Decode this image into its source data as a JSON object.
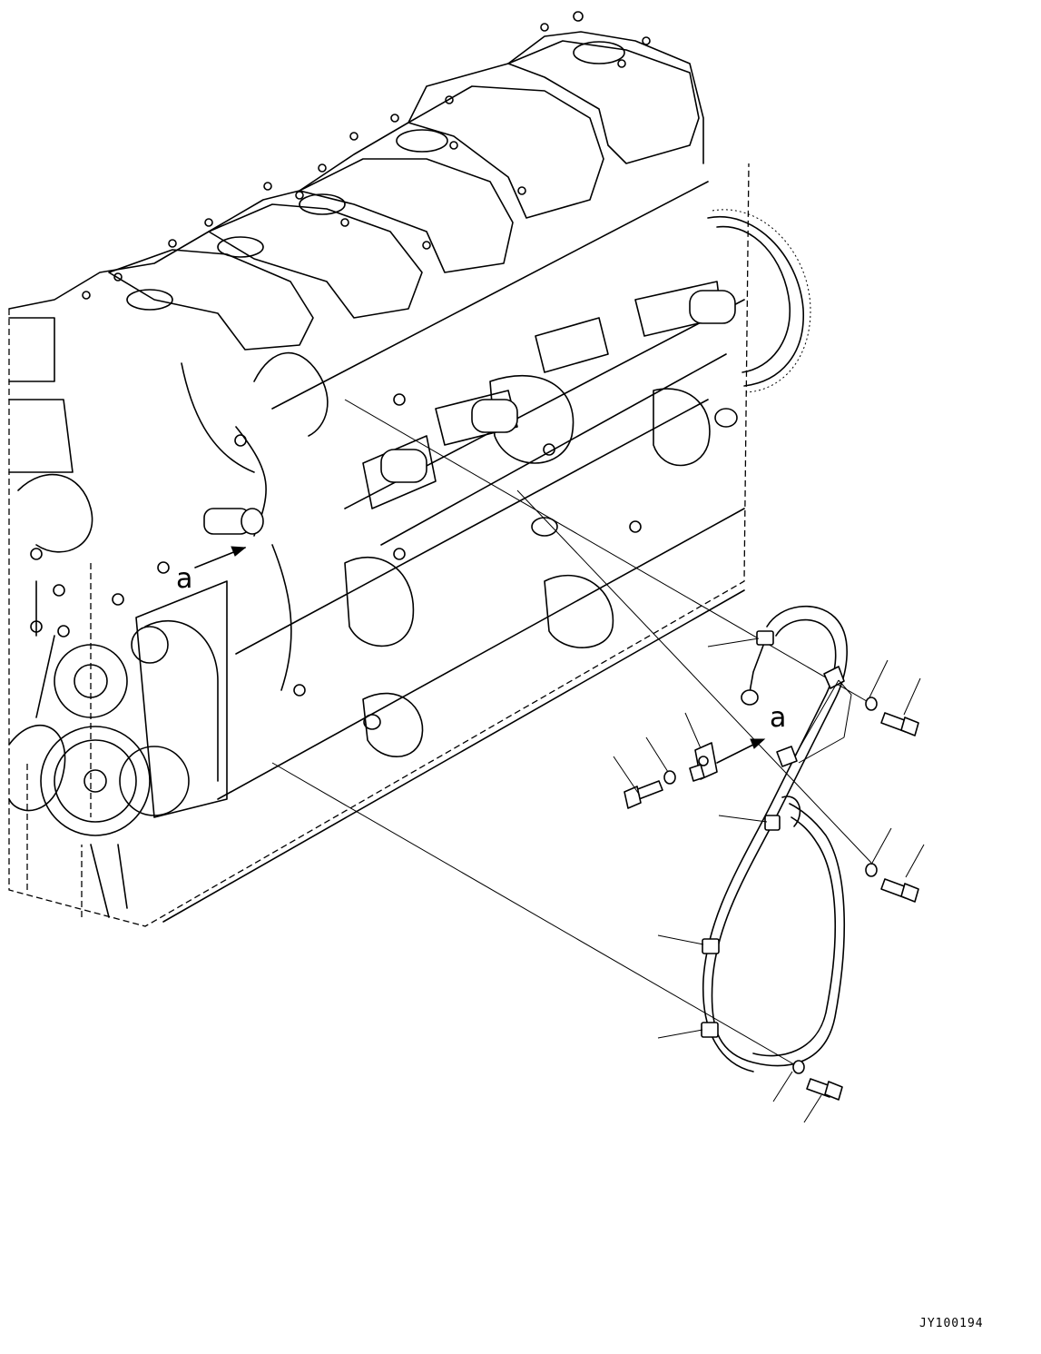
{
  "view_markers": {
    "engine_side": "a",
    "part_side": "a"
  },
  "drawing_code": "JY100194"
}
